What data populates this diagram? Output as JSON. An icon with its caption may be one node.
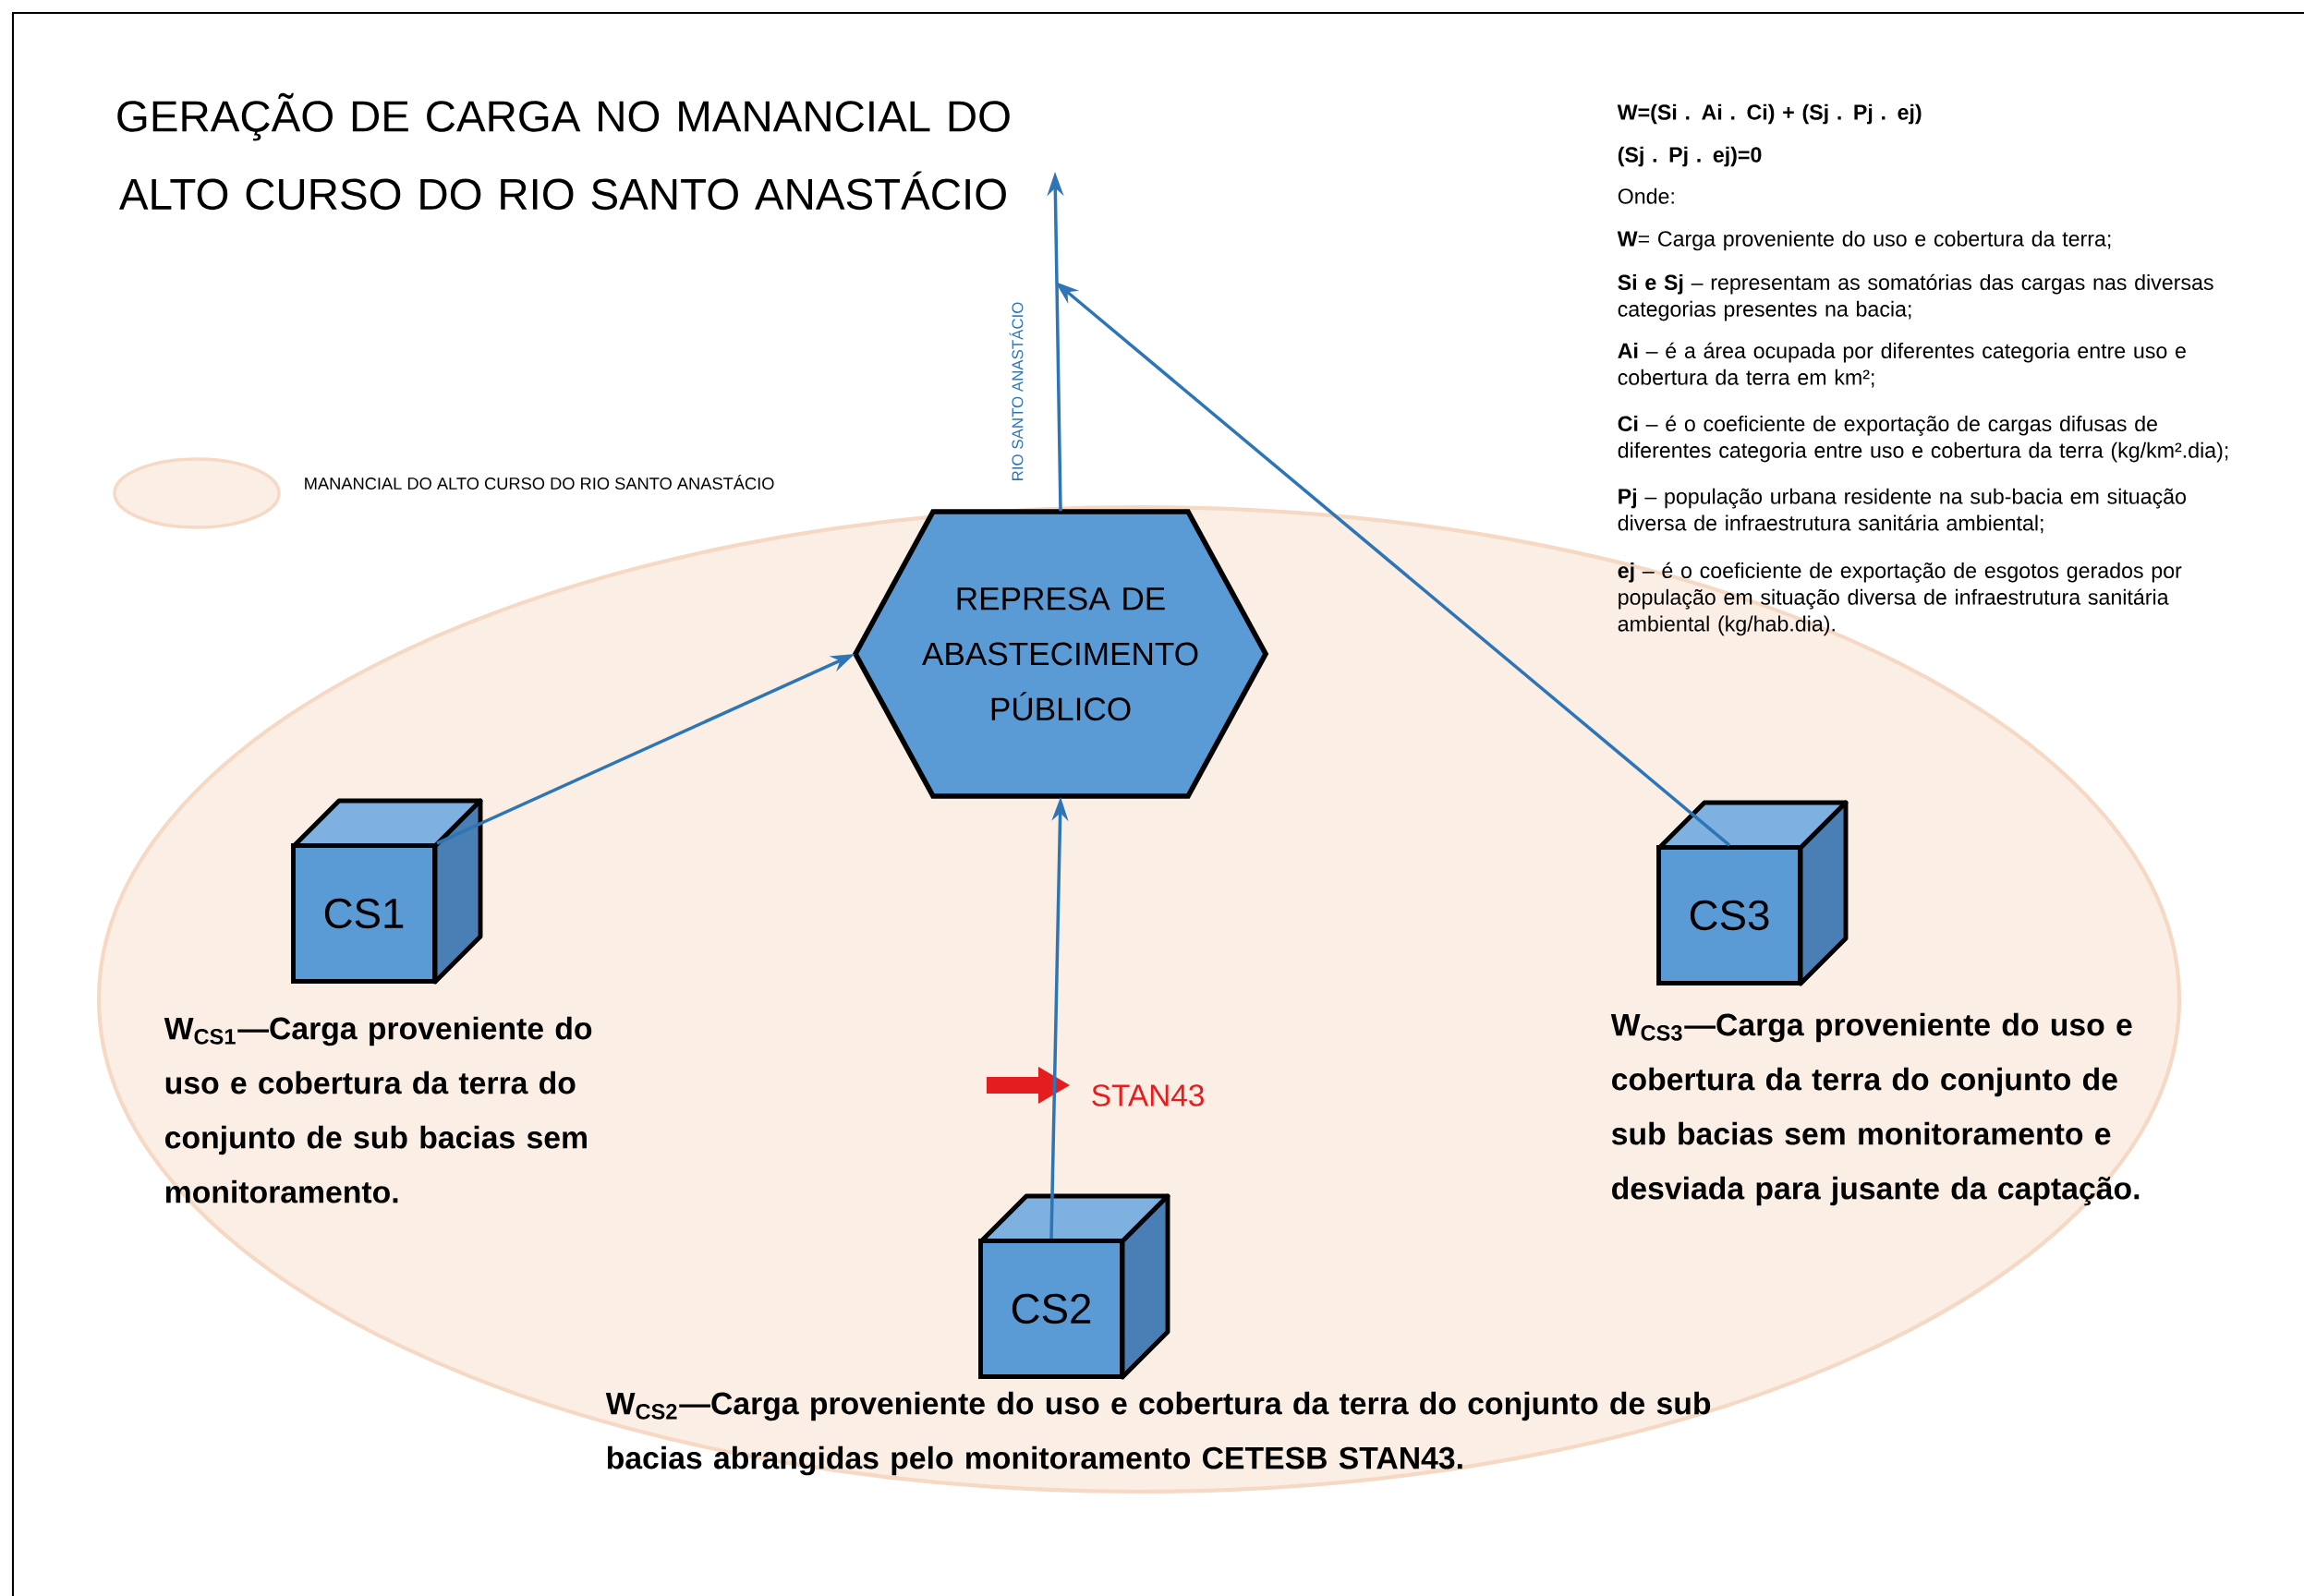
{
  "diagram": {
    "title": "GERAÇÃO DE CARGA NO MANANCIAL DO ALTO CURSO DO RIO SANTO ANASTÁCIO",
    "nodes": [
      {
        "text": [
          "REPRESA DE ABASTECIMENTO PÚBLICO"
        ]
      },
      {
        "text": [
          "CS1"
        ],
        "beside": [
          "W$_{CS1}$—Carga proveniente do uso e cobertura da terra do conjunto de sub bacias sem monitoramento."
        ]
      },
      {
        "text": [
          "CS2"
        ],
        "beside": [
          "W$_{CS2}$—Carga proveniente do uso e cobertura da terra do conjunto de sub bacias abrangidas pelo monitoramento CETESB STAN43."
        ]
      },
      {
        "text": [
          "CS3"
        ],
        "beside": [
          "W$_{CS3}$—Carga proveniente do uso e cobertura da terra do conjunto de sub bacias sem monitoramento e desviada para jusante da captação."
        ]
      }
    ],
    "edges": [
      {
        "from": 1,
        "to": 0,
        "arrow": "to"
      },
      {
        "from": 2,
        "to": 0,
        "arrow": "to"
      },
      {
        "from": 3,
        "to": null,
        "arrow": "to"
      },
      {
        "from": 0,
        "to": null,
        "arrow": "to",
        "label": "RIO SANTO ANASTÁCIO"
      }
    ],
    "labels": [
      "W=(Si . Ai . Ci) + (Sj . Pj . ej)",
      "(Sj . Pj . ej)=0",
      "Onde:",
      "**W**= Carga proveniente do uso e cobertura da terra;",
      "**Si e Sj** – representam as somatórias das cargas nas diversas categorias presentes na bacia;",
      "**Ai** – é a área ocupada por diferentes categoria entre uso e cobertura da terra em km²;",
      "**Ci** – é o coeficiente de exportação de cargas difusas de diferentes categoria entre uso e cobertura da terra (kg/km².dia);",
      "**Pj** – população urbana residente na sub-bacia em situação diversa de infraestrutura sanitária ambiental;",
      "**ej** – é o coeficiente de exportação de esgotos gerados por população em situação diversa de infraestrutura sanitária ambiental (kg/hab.dia).",
      "STAN43"
    ],
    "legend": [
      {
        "text": "MANANCIAL DO ALTO CURSO DO RIO SANTO ANASTÁCIO",
        "color": "#fbeee4"
      }
    ]
  }
}
